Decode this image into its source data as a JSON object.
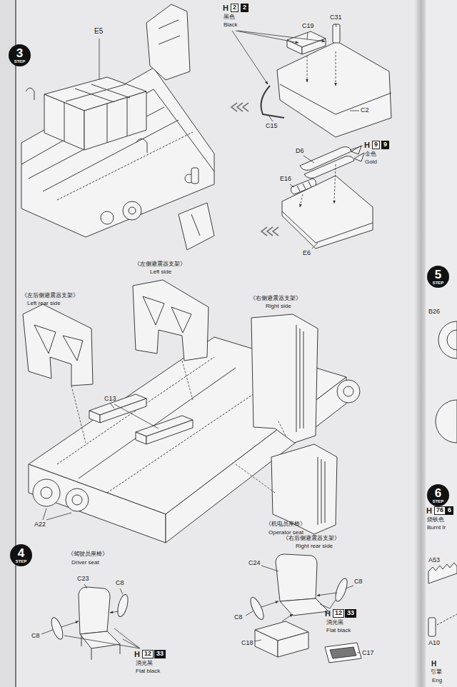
{
  "diagram": {
    "nodes": [
      {
        "text": [
          "3",
          "STEP"
        ]
      },
      {
        "text": [
          "4",
          "STEP"
        ]
      },
      {
        "text": [
          "5",
          "STEP"
        ]
      },
      {
        "text": [
          "6",
          "STEP"
        ]
      }
    ],
    "labels": [
      "E5",
      "H",
      "2",
      "2",
      "黑色",
      "Black",
      "C19",
      "C31",
      "C15",
      "C2",
      "H",
      "9",
      "9",
      "金色",
      "Gold",
      "D6",
      "E16",
      "E6",
      "《左侧避震器支架》",
      "Left side",
      "《左后侧避震器支架》",
      "Left rear side",
      "《右侧避震器支架》",
      "Right side",
      "C13",
      "A22",
      "《右后侧避震器支架》",
      "Right rear side",
      "《驾驶员座椅》",
      "Driver seat",
      "C23",
      "C8",
      "C8",
      "H",
      "12",
      "33",
      "消光黑",
      "Flat black",
      "《机电员座椅》",
      "Operator seat",
      "C24",
      "C8",
      "C8",
      "H",
      "12",
      "33",
      "消光黑",
      "Flat black",
      "C18",
      "C17",
      "B26",
      "H",
      "76",
      "6",
      "烧铁色",
      "Burnt Ir",
      "A53",
      "A10",
      "H",
      "引擎",
      "Eng"
    ]
  }
}
